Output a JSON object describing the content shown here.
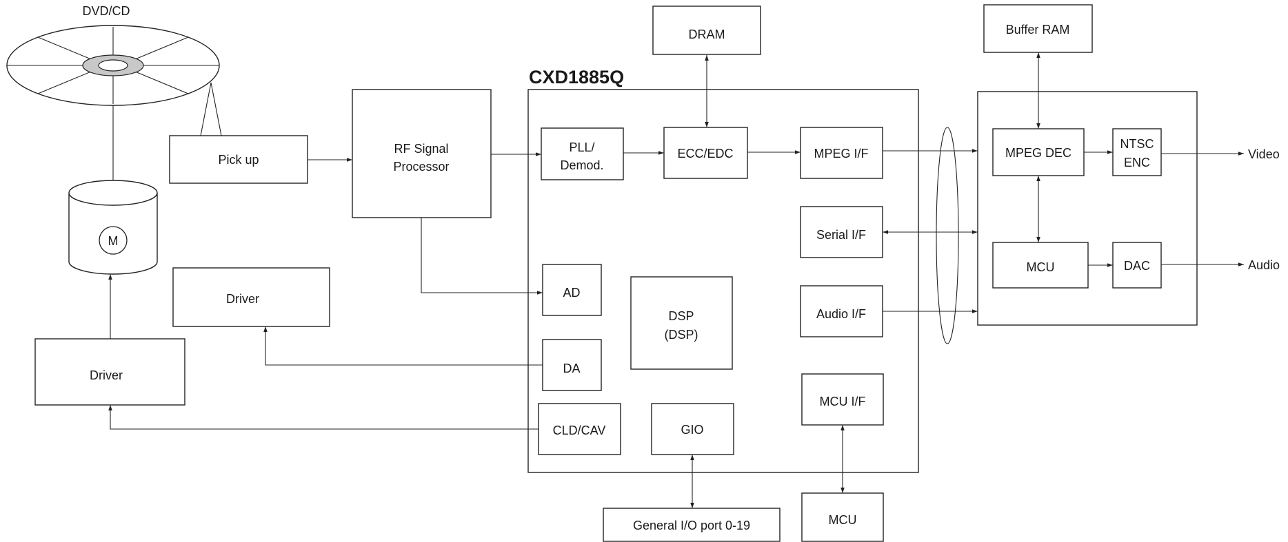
{
  "title": "CXD1885Q",
  "labels": {
    "disc": "DVD/CD",
    "motor": "M",
    "pickup": "Pick up",
    "rf_line1": "RF Signal",
    "rf_line2": "Processor",
    "driver_upper": "Driver",
    "driver_lower": "Driver",
    "dram": "DRAM",
    "buffer_ram": "Buffer RAM",
    "pll_line1": "PLL/",
    "pll_line2": "Demod.",
    "ecc": "ECC/EDC",
    "mpeg_if": "MPEG I/F",
    "serial_if": "Serial I/F",
    "audio_if": "Audio I/F",
    "mcu_if": "MCU I/F",
    "ad": "AD",
    "da": "DA",
    "dsp_line1": "DSP",
    "dsp_line2": "(DSP)",
    "cld": "CLD/CAV",
    "gio": "GIO",
    "gio_port": "General I/O port 0-19",
    "mcu_ext": "MCU",
    "mpeg_dec": "MPEG DEC",
    "ntsc_line1": "NTSC",
    "ntsc_line2": "ENC",
    "mcu_dec": "MCU",
    "dac": "DAC",
    "video_out": "Video",
    "audio_out": "Audio"
  }
}
